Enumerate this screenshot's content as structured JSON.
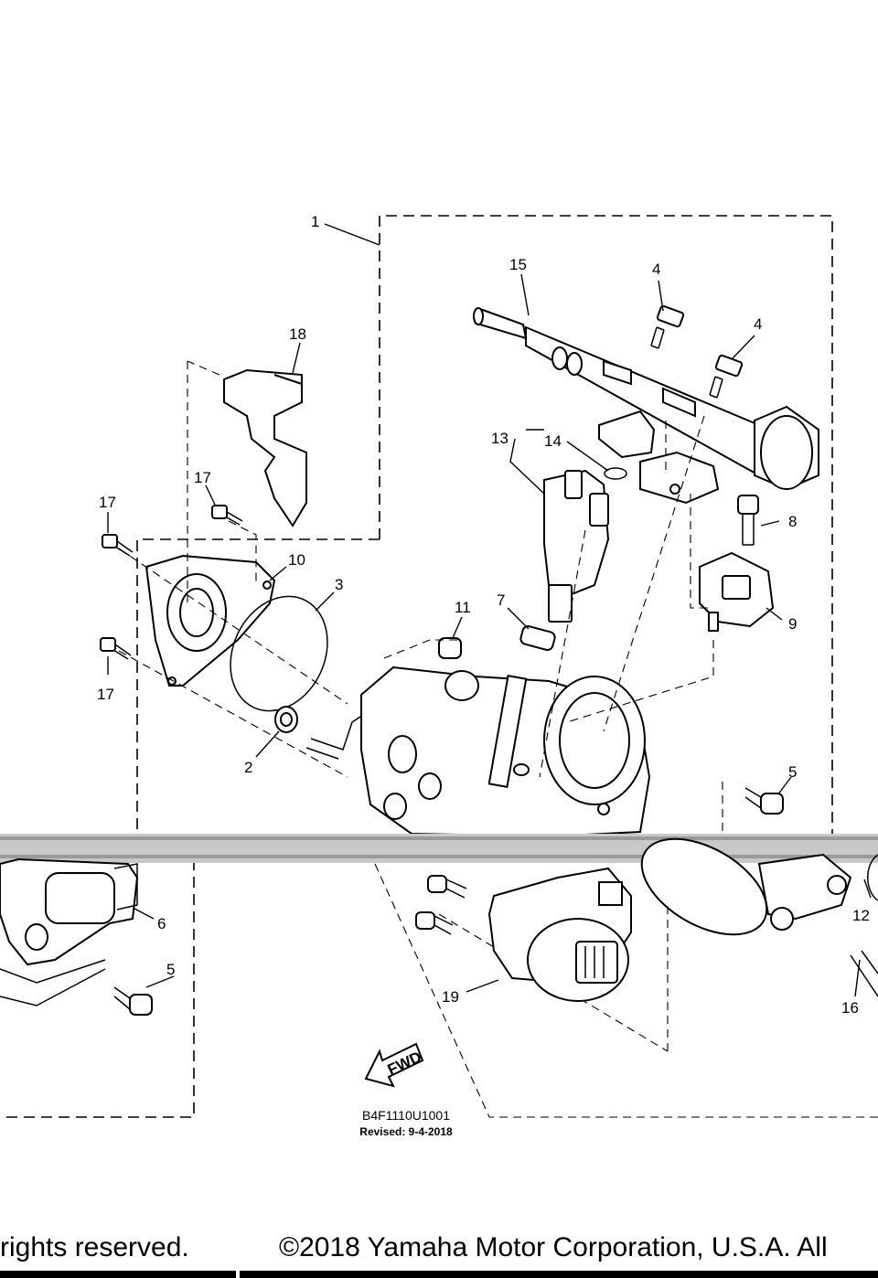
{
  "diagram": {
    "callouts": [
      "1",
      "2",
      "3",
      "4",
      "4",
      "5",
      "5",
      "6",
      "7",
      "8",
      "9",
      "10",
      "11",
      "12",
      "13",
      "14",
      "15",
      "16",
      "17",
      "17",
      "17",
      "18",
      "19"
    ],
    "fwd_label": "FWD",
    "code": "B4F1110U1001",
    "revised": "Revised: 9-4-2018"
  },
  "footer": {
    "left": "rights reserved.",
    "right": "©2018 Yamaha Motor Corporation, U.S.A. All"
  }
}
